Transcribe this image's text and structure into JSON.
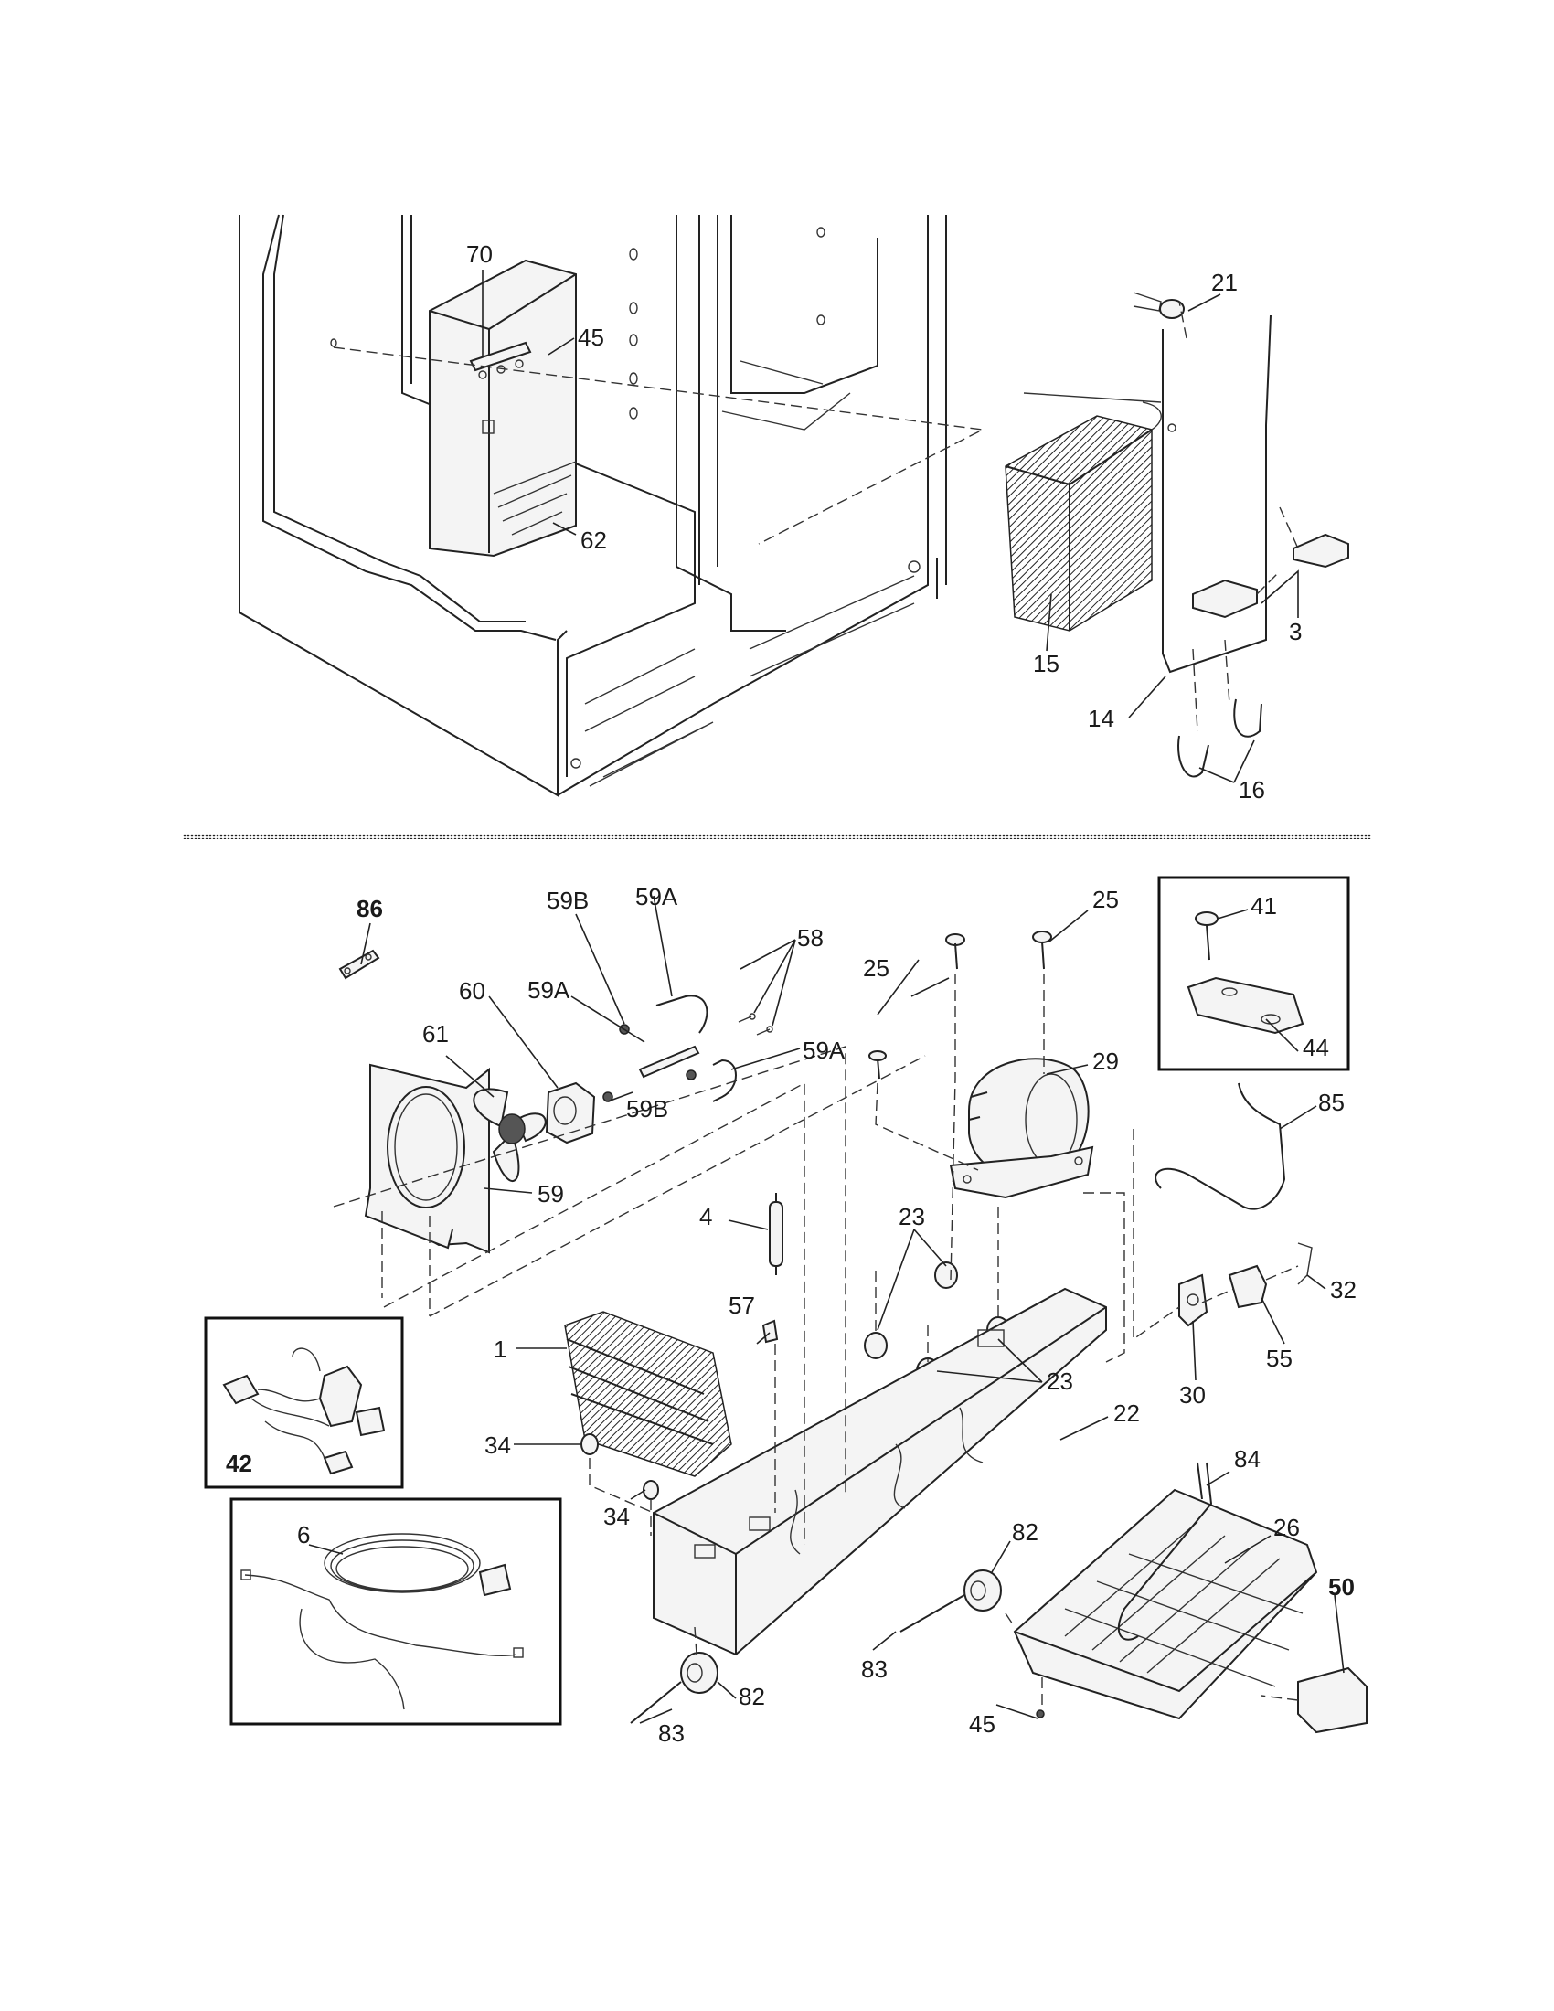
{
  "part_labels": {
    "p70": "70",
    "p45_top": "45",
    "p62": "62",
    "p21": "21",
    "p15": "15",
    "p3": "3",
    "p14": "14",
    "p16": "16",
    "p86": "86",
    "p59B_top": "59B",
    "p59A_top": "59A",
    "p58": "58",
    "p59A_mid": "59A",
    "p60": "60",
    "p61": "61",
    "p59A_right": "59A",
    "p59B_bot": "59B",
    "p59": "59",
    "p25_a": "25",
    "p25_b": "25",
    "p29": "29",
    "p41": "41",
    "p44": "44",
    "p85": "85",
    "p4": "4",
    "p23_a": "23",
    "p23_b": "23",
    "p32": "32",
    "p55": "55",
    "p30": "30",
    "p57": "57",
    "p1": "1",
    "p42": "42",
    "p34_a": "34",
    "p34_b": "34",
    "p22": "22",
    "p84": "84",
    "p26": "26",
    "p50": "50",
    "p6": "6",
    "p82_a": "82",
    "p82_b": "82",
    "p83_a": "83",
    "p83_b": "83",
    "p45_bot": "45"
  },
  "colors": {
    "ink": "#1a1a1a",
    "paper": "#ffffff",
    "shade": "#f4f4f4"
  }
}
